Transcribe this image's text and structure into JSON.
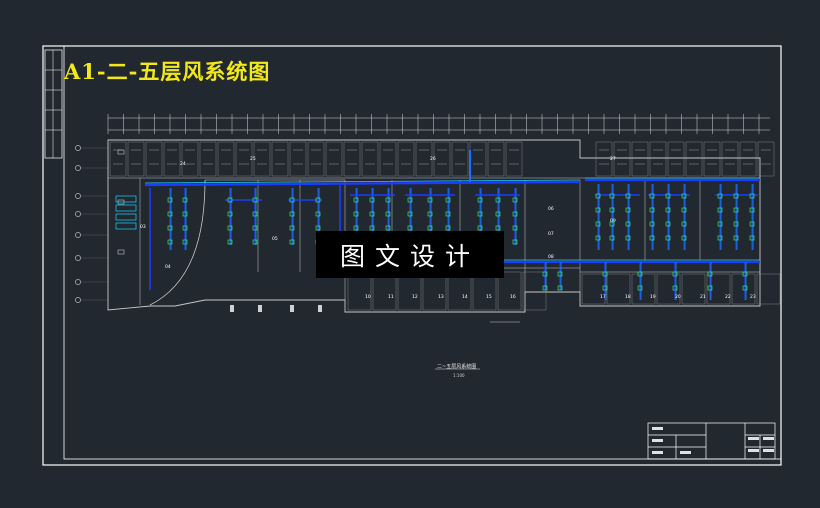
{
  "drawing": {
    "title": "A1-二-五层风系统图",
    "watermark": "图文设计",
    "caption": "二~五层风系统图",
    "scale_note": "1:100"
  },
  "room_numbers": [
    "03",
    "04",
    "05",
    "06",
    "07",
    "08",
    "09",
    "10",
    "11",
    "12",
    "13",
    "14",
    "15",
    "16",
    "17",
    "18",
    "19",
    "20",
    "21",
    "22",
    "23",
    "24",
    "25",
    "26",
    "27"
  ],
  "title_block": {
    "cells": [
      "",
      "",
      ""
    ]
  },
  "colors": {
    "background": "#212830",
    "frame": "#ffffff",
    "wall": "#c8c8c8",
    "duct_blue": "#1c3cff",
    "duct_cyan": "#19d3ff",
    "accent_green": "#3dff7a",
    "title_yellow": "#f2e81a"
  }
}
